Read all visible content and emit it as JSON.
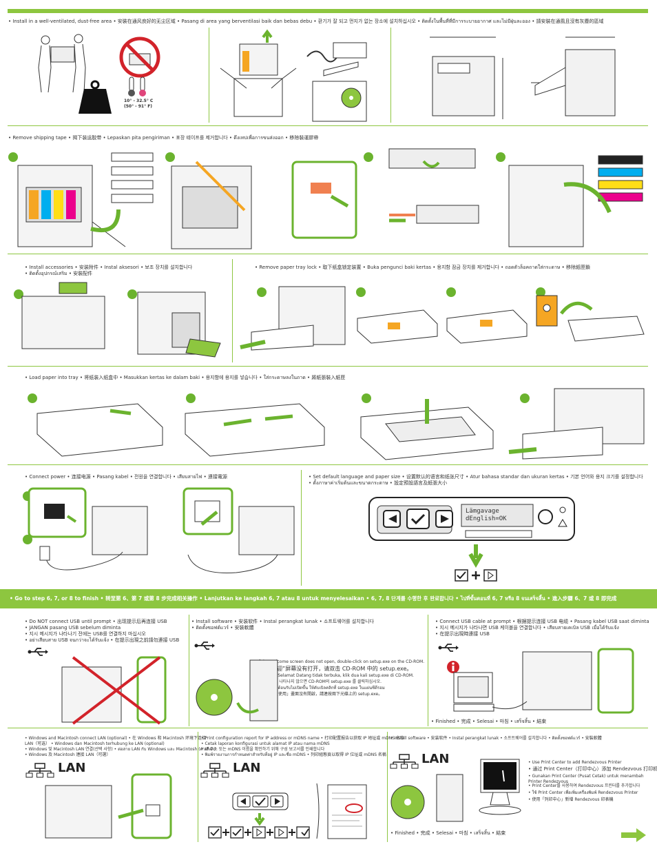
{
  "sections": {
    "install_area": {
      "caption": "• Install in a well-ventilated, dust-free area  •  安裝在通风良好的无尘区域  •  Pasang di area yang berventilasi baik dan bebas debu  •  환기가 잘 되고 먼지가 없는 장소에 설치하십시오  •  ติดตั้งในพื้นที่ที่มีการระบายอากาศ และไม่มีฝุ่นละออง  •  請安裝在通風且沒有灰塵的區域",
      "temperature": "10° - 32.5° C",
      "temperature_f": "(50° - 91° F)"
    },
    "remove_tape": {
      "caption": "• Remove shipping tape  •  揭下装运胶带  •  Lepaskan pita pengiriman  •  포장 테이프를 제거합니다  •  ดึงเทปเพื่อการขนส่งออก  •  移除裝運膠帶"
    },
    "install_accessories": {
      "caption": "• Install accessories  •  安装附件  •  Instal aksesori  •  보조 장치를 설치합니다",
      "caption2": "• ติดตั้งอุปกรณ์เสริม  •  安裝配件"
    },
    "remove_tray_lock": {
      "caption": "• Remove paper tray lock  •  取下纸盒锁定装置  •  Buka pengunci baki kertas  •  용지함 잠금 장치를 제거합니다  •  ถอดตัวล็อคถาดใส่กระดาษ  •  移除紙匣鎖"
    },
    "load_paper": {
      "caption": "• Load paper into tray  •  将纸装入纸盒中  •  Masukkan kertas ke dalam baki  •  용지함에 용지를 넣습니다  •  ใส่กระดาษลงในถาด  •  將紙張裝入紙匣"
    },
    "connect_power": {
      "caption": "• Connect power  •  连接电源  •  Pasang kabel  •  전원을 연결합니다  •  เสียบสายไฟ  •  連接電源"
    },
    "set_language": {
      "caption": "• Set default language and paper size  •  设置默认的语言和纸张尺寸  •  Atur bahasa standar dan ukuran kertas  •  기본 언어와 용지 크기를 설정합니다",
      "caption2": "• ตั้งภาษาค่าเริ่มต้นและขนาดกระดาษ  •  設定預設語言及紙張大小",
      "panel_line1": "Lämgavage",
      "panel_line2": "dEnglish=OK"
    },
    "go_to_step": {
      "caption": "• Go to step 6, 7, or 8 to finish  •  转至第 6、第 7 或第 8 步完成相关操作  •  Lanjutkan ke langkah 6, 7 atau 8 untuk menyelesaikan  •  6, 7, 8 단계를 수행한 후 완료합니다  •  ไปที่ขั้นตอนที่ 6, 7 หรือ 8 จนเสร็จสิ้น  •  進入步驟 6、7 或 8 即完成"
    },
    "no_usb": {
      "line1": "• Do NOT connect USB until prompt  •  出现提示后再连接 USB",
      "line2": "• JANGAN pasang USB sebelum diminta",
      "line3": "• 지시 메시지가 나타나기 전에는 USB를 연결하지 마십시오",
      "line4": "• อย่าเสียบสาย USB จนกว่าจะได้รับแจ้ง  •  在提示出現之前請勿連接 USB"
    },
    "install_software": {
      "line1": "• Install software  •  安装软件  •  Instal perangkat lunak  •  소프트웨어를 설치합니다",
      "line2": "• ติดตั้งซอฟต์แวร์  •  安裝軟體",
      "welcome1": "If the Welcome screen does not open, double-click on setup.exe on the CD-ROM.",
      "welcome2": "如果“欢迎”屏幕没有打开，请双击 CD-ROM 中的 setup.exe。",
      "welcome3": "Jika layar Selamat Datang tidak terbuka, klik dua kali setup.exe di CD-ROM.",
      "welcome4": "환영 화면이 나타나지 않으면 CD-ROM의 setup.exe 를 클릭하십시오.",
      "welcome5": "หากหน้าจอต้อนรับไม่เปิดขึ้น ให้ดับเบิลคลิกที่ setup.exe ในแผ่นซีดีรอม",
      "welcome6": "如果「歡迎使用」畫面沒有開啟，請連按兩下光碟上的 setup.exe。"
    },
    "connect_usb": {
      "line1": "• Connect USB cable at prompt  •  根据提示连接 USB 电缆  •  Pasang kabel USB saat diminta",
      "line2": "• 지시 메시지가 나타나면 USB 케이블을 연결합니다  •  เสียบสายเคเบิล USB เมื่อได้รับแจ้ง",
      "line3": "• 在提示出現時連接 USB",
      "finished": "• Finished  •  完成  •  Selesai  •  마침  •  เสร็จสิ้น  •  結束"
    },
    "lan_mac": {
      "line1": "• Windows and Macintosh connect LAN (optional)  •  在 Windows 和 Macintosh 环境下连接",
      "line2": "LAN（可选）  •  Windows dan Macintosh terhubung ke LAN (optional)",
      "line3": "• Windows 및 Macintosh LAN 연결(선택 사항)  •  ต่อสาย LAN กับ Windows และ Macintosh (ตัวเลือก)",
      "line4": "• Windows 及 Macintosh 連接 LAN（可選）",
      "lan": "LAN"
    },
    "config_report": {
      "line1": "• Print configuration report for IP address or mDNS name  •  打印配置报告以获取 IP 地址或 mDNS 名称",
      "line2": "• Cetak laporan konfigurasi untuk alamat IP atau nama mDNS",
      "line3": "• IP 주소 또는 mDNS 이름을 확인하기 위해 구성 보고서를 인쇄합니다",
      "line4": "• พิมพ์รายงานการกำหนดค่าสำหรับที่อยู่ IP และชื่อ mDNS  •  列印組態頁以取得 IP 位址或 mDNS 名稱",
      "lan": "LAN"
    },
    "mac_software": {
      "line1": "• Install software  •  安装软件  •  Instal perangkat lunak  •  소프트웨어를 설치합니다  •  ติดตั้งซอฟต์แวร์  •  安裝軟體",
      "lan": "LAN",
      "b1": "• Use Print Center to add Rendezvous Printer",
      "b2": "• 通过 Print Center（打印中心）添加 Rendezvous 打印机",
      "b3": "• Gunakan Print Center (Pusat Cetak) untuk menambah Printer Rendezvous",
      "b4": "• Print Center를 사용하여 Rendezvous 프린터를 추가합니다",
      "b5": "• ใช้ Print Center เพื่อเพิ่มเครื่องพิมพ์ Rendezvous Printer",
      "b6": "• 使用「列印中心」新增 Rendezvous 印表機",
      "finished": "• Finished  •  完成  •  Selesai  •  마침  •  เสร็จสิ้น  •  結束"
    }
  },
  "icons": [
    "usb-icon",
    "lan-icon",
    "checkmark-button-icon",
    "arrow-button-icon",
    "info-icon",
    "next-arrow-icon"
  ],
  "colors": {
    "accent": "#8dc63f",
    "dot": "#6bb32e",
    "warning_red": "#d2232a"
  }
}
